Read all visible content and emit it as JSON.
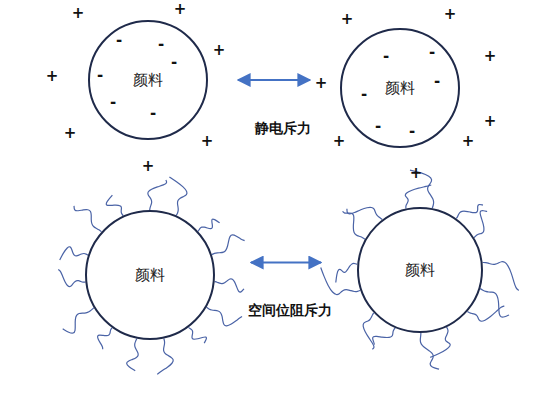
{
  "diagram": {
    "nodes": [
      {
        "text": [
          "颜料"
        ]
      },
      {
        "text": [
          "颜料"
        ]
      },
      {
        "text": [
          "颜料"
        ]
      },
      {
        "text": [
          "颜料"
        ]
      }
    ],
    "edges": [
      {
        "from": 0,
        "to": 1,
        "arrow": "both"
      },
      {
        "from": 2,
        "to": 3,
        "arrow": "both"
      }
    ],
    "labels": [
      "静电斥力",
      "空间位阻斥力",
      "+",
      "+",
      "+",
      "+",
      "+",
      "+",
      "+",
      "-",
      "-",
      "-",
      "-",
      "-",
      "-",
      "+",
      "+",
      "+",
      "+",
      "+",
      "+",
      "+",
      "+",
      "-",
      "-",
      "-",
      "-",
      "-",
      "-"
    ]
  }
}
